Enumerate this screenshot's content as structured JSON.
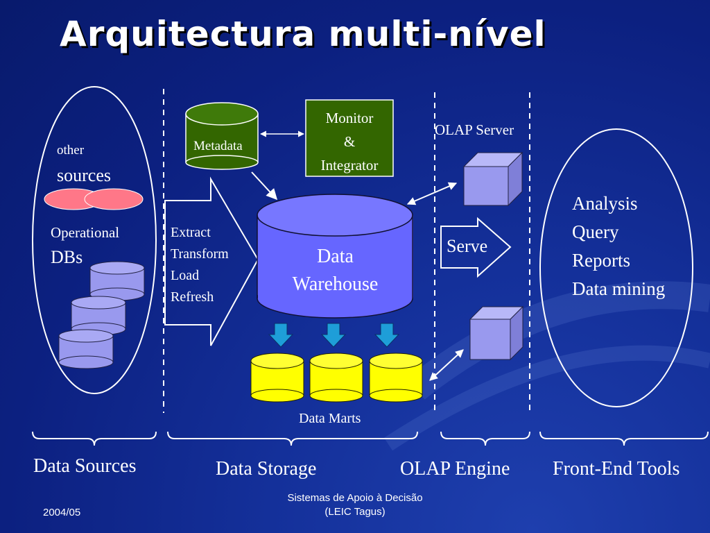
{
  "title": "Arquitectura multi-nível",
  "sources": {
    "other_small": "other",
    "other_big": "sources",
    "operational": "Operational",
    "dbs": "DBs"
  },
  "metadata": "Metadata",
  "monitor": [
    "Monitor",
    "&",
    "Integrator"
  ],
  "etl": [
    "Extract",
    "Transform",
    "Load",
    "Refresh"
  ],
  "warehouse": [
    "Data",
    "Warehouse"
  ],
  "data_marts": "Data Marts",
  "olap_server": "OLAP Server",
  "serve": "Serve",
  "tools": [
    "Analysis",
    "Query",
    "Reports",
    "Data mining"
  ],
  "sections": {
    "data_sources": "Data Sources",
    "data_storage": "Data Storage",
    "olap_engine": "OLAP Engine",
    "front_end": "Front-End Tools"
  },
  "footer": {
    "date": "2004/05",
    "course_line1": "Sistemas de Apoio à Decisão",
    "course_line2": "(LEIC Tagus)"
  },
  "colors": {
    "metadata": "#336600",
    "monitor": "#336600",
    "warehouse": "#6666ff",
    "marts": "#ffff00",
    "cubes": "#9999ee",
    "op_dbs": "#9999ee",
    "other_sources": "#ff7788",
    "down_arrows": "#1e9ed8"
  }
}
